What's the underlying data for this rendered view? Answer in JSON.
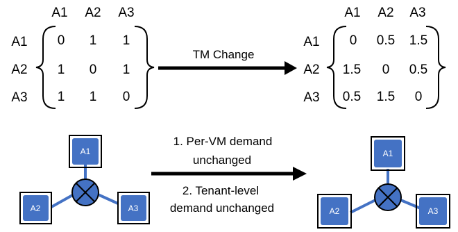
{
  "left_matrix": {
    "col_headers": [
      "A1",
      "A2",
      "A3"
    ],
    "row_headers": [
      "A1",
      "A2",
      "A3"
    ],
    "cells": [
      [
        "0",
        "1",
        "1"
      ],
      [
        "1",
        "0",
        "1"
      ],
      [
        "1",
        "1",
        "0"
      ]
    ]
  },
  "right_matrix": {
    "col_headers": [
      "A1",
      "A2",
      "A3"
    ],
    "row_headers": [
      "A1",
      "A2",
      "A3"
    ],
    "cells": [
      [
        "0",
        "0.5",
        "1.5"
      ],
      [
        "1.5",
        "0",
        "0.5"
      ],
      [
        "0.5",
        "1.5",
        "0"
      ]
    ]
  },
  "top_arrow": {
    "label": "TM Change"
  },
  "bottom_arrow": {
    "line1": "1. Per-VM demand",
    "line2": "unchanged",
    "line3": "2. Tenant-level",
    "line4": "demand unchanged"
  },
  "left_topology": {
    "nodes": [
      "A1",
      "A2",
      "A3"
    ]
  },
  "right_topology": {
    "nodes": [
      "A1",
      "A2",
      "A3"
    ]
  },
  "colors": {
    "node_fill": "#4472c4",
    "link": "#4472c4",
    "border": "#000000"
  }
}
